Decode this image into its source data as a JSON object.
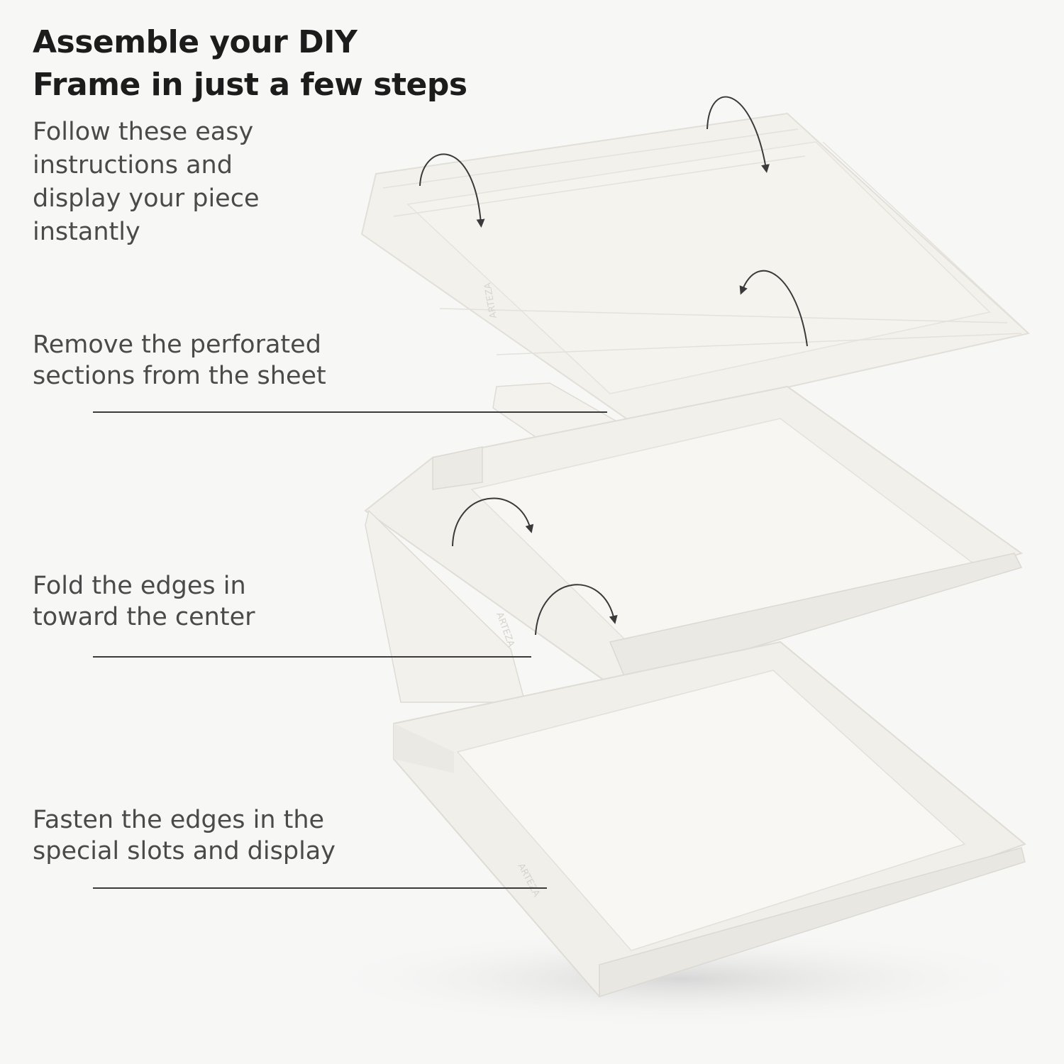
{
  "title": {
    "line1": "Assemble your DIY",
    "line2": "Frame in just a few steps"
  },
  "intro": {
    "line1": "Follow these easy",
    "line2": "instructions and",
    "line3": "display your piece",
    "line4": "instantly"
  },
  "steps": [
    {
      "line1": "Remove the perforated",
      "line2": "sections from the sheet"
    },
    {
      "line1": "Fold the edges in",
      "line2": "toward the center"
    },
    {
      "line1": "Fasten the edges in the",
      "line2": "special slots and display"
    }
  ],
  "brand_mark": "ARTEZA",
  "colors": {
    "background": "#f7f7f6",
    "paper": "#f3f1ec",
    "heading": "#1c1c1c",
    "body_text": "#4a4a4a",
    "arrow": "#3a3a3a"
  },
  "icons": [
    "curved-arrow-icon"
  ]
}
